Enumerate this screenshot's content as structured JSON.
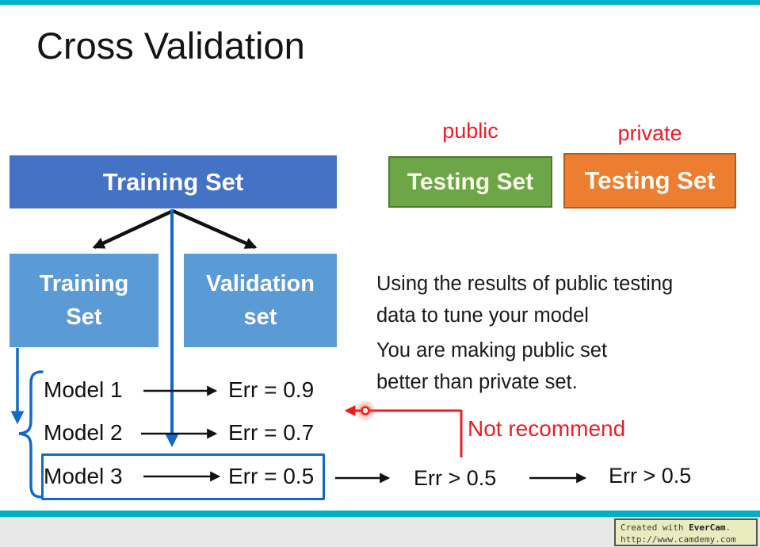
{
  "title": "Cross Validation",
  "diagram": {
    "training_set_label": "Training Set",
    "training_subset": {
      "line1": "Training",
      "line2": "Set"
    },
    "validation_subset": {
      "line1": "Validation",
      "line2": "set"
    },
    "public_tag": "public",
    "private_tag": "private",
    "public_testing_label": "Testing Set",
    "private_testing_label": "Testing Set"
  },
  "notes": {
    "note1": [
      "Using the results of public testing",
      "data to tune your model"
    ],
    "note2": [
      "You are making public set",
      "better than private set."
    ]
  },
  "models": [
    {
      "name": "Model 1",
      "err": "Err = 0.9"
    },
    {
      "name": "Model 2",
      "err": "Err = 0.7"
    },
    {
      "name": "Model 3",
      "err": "Err = 0.5"
    }
  ],
  "flow": {
    "not_recommend": "Not recommend",
    "err_public": "Err > 0.5",
    "err_private": "Err > 0.5"
  },
  "watermark": {
    "line1_prefix": "Created with ",
    "brand": "EverCam",
    "line1_suffix": ".",
    "line2": "http://www.camdemy.com"
  },
  "colors": {
    "training_box_blue": "#4472c4",
    "subset_box_blue": "#5b9bd5",
    "public_green": "#6ca647",
    "public_green_border": "#4e7c2c",
    "private_orange": "#ed7d31",
    "private_orange_border": "#b55a11",
    "connector_blue": "#1269cb",
    "annotation_red": "#ec1c24",
    "teal_bar": "#00b0c6",
    "footer_gray": "#e8e8e8",
    "watermark_bg": "#ebebc0"
  }
}
